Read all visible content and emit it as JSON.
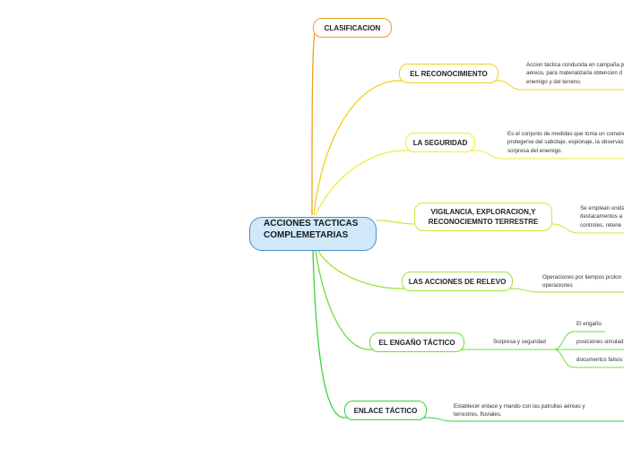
{
  "root": {
    "label_line1": "ACCIONES TACTICAS",
    "label_line2": "COMPLEMETARIAS"
  },
  "branches": [
    {
      "label": "CLASIFICACION",
      "color": "#f0a020"
    },
    {
      "label": "EL RECONOCIMIENTO",
      "color": "#f2cf1e",
      "note": [
        "Accion táctica conducida en campaña p",
        "aéreos, para materializarla obtencion d",
        "enemigo y del terreno."
      ]
    },
    {
      "label": "LA SEGURIDAD",
      "color": "#eded38",
      "note": [
        "Es el conjunto de medidas que toma un comand",
        "protegerse del sabotaje, espionaje, la observac",
        "sorpresa del enemigo."
      ]
    },
    {
      "label_line1": "VIGILANCIA, EXPLORACION,Y",
      "label_line2": "RECONOCIEMNTO TERRESTRE",
      "color": "#c6ea3a",
      "note": [
        "Se emplean unida",
        "destacamentos a",
        "controles, retene"
      ]
    },
    {
      "label": "LAS ACCIONES DE RELEVO",
      "color": "#a2e23a",
      "note": [
        "Operaciones por tiempos prolon",
        "operaciones"
      ]
    },
    {
      "label": "EL ENGAÑO TÁCTICO",
      "color": "#6fdc3c",
      "note": [
        "Sorpresa y seguridad"
      ],
      "children": [
        "El engaño",
        "posiciones simulad",
        "documentos falsos"
      ]
    },
    {
      "label": "ENLACE TÁCTICO",
      "color": "#3ad23c",
      "note": [
        "Establecer enlace y mando con las patrullas aéreas y",
        "terrestres, fluviales."
      ]
    }
  ]
}
